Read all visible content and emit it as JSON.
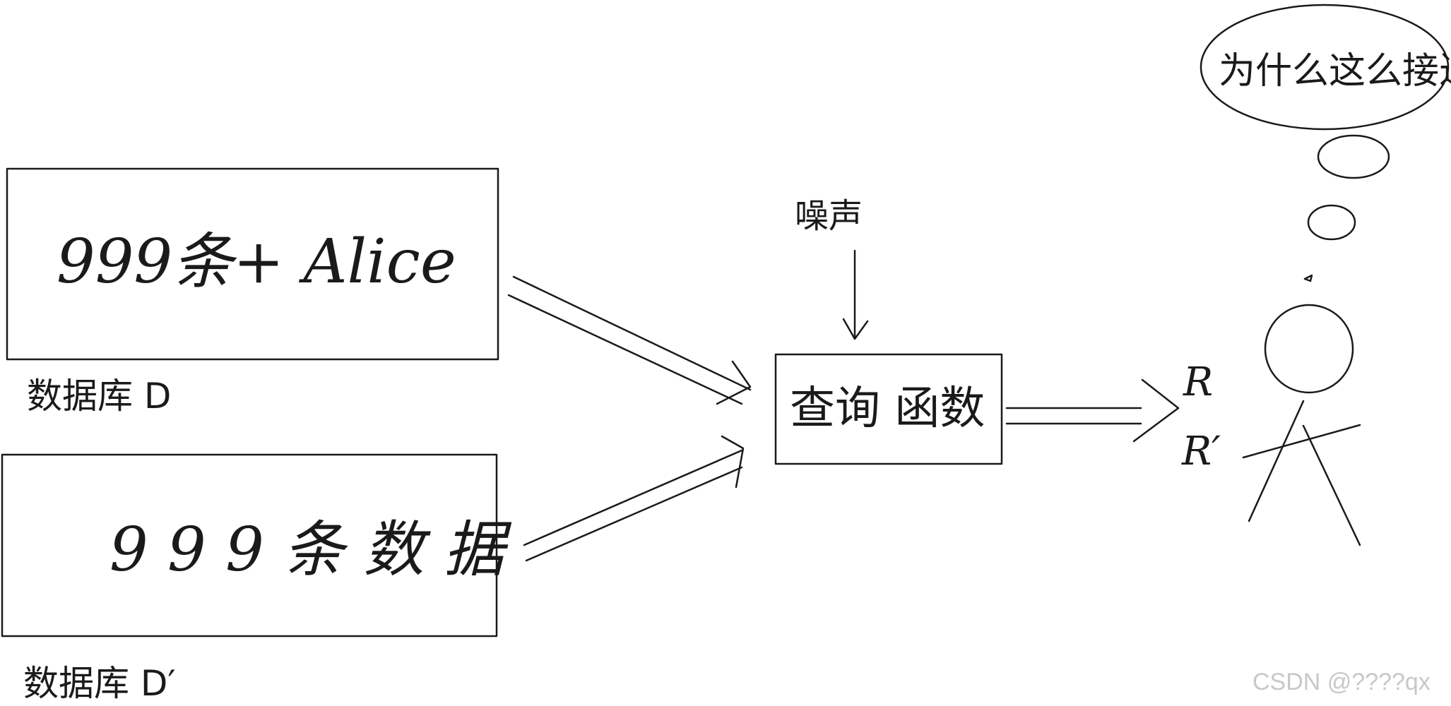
{
  "database_d": {
    "content": "999条+ Alice",
    "label": "数据库 D"
  },
  "database_d_prime": {
    "content": "9 9 9 条 数 据",
    "label": "数据库 D′"
  },
  "noise_label": "噪声",
  "query_function": "查询 函数",
  "results": {
    "r": "R",
    "r_prime": "R′"
  },
  "thought_bubble": "为什么这么接近?",
  "watermark": "CSDN @????qx"
}
